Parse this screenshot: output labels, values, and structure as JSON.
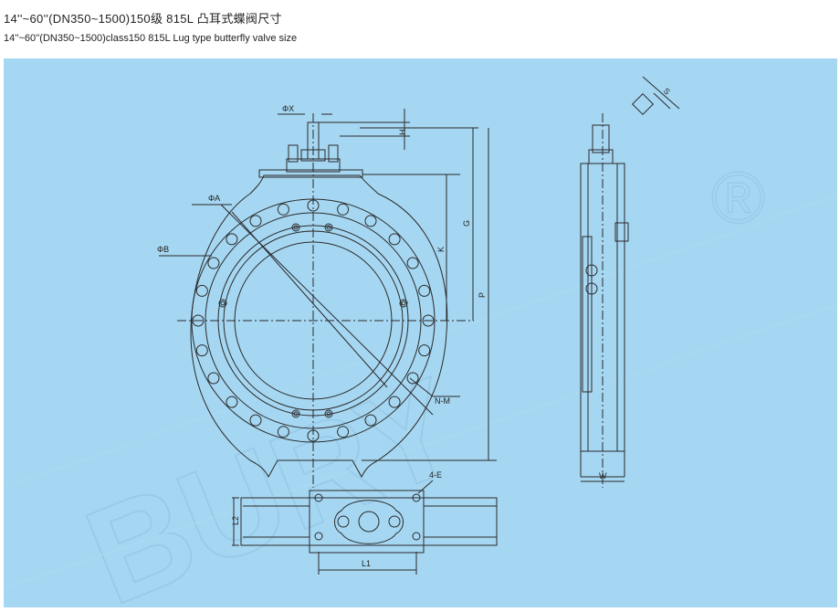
{
  "title_cn": "14''~60''(DN350~1500)150级 815L 凸耳式蝶阀尺寸",
  "title_en": "14''~60''(DN350~1500)class150 815L Lug type butterfly valve size",
  "watermark": {
    "text": "BURY",
    "registered_mark": "®"
  },
  "labels": {
    "phi_x": "ΦX",
    "h": "H",
    "phi_a": "ΦA",
    "phi_b": "ΦB",
    "g": "G",
    "k": "K",
    "p": "P",
    "n_m": "N-M",
    "s": "S",
    "w": "W",
    "four_e": "4-E",
    "l2": "L2",
    "l1": "L1"
  },
  "colors": {
    "panel": "#a6d7f2",
    "line": "#2a2a2a",
    "watermark": "#8fc3e2"
  }
}
